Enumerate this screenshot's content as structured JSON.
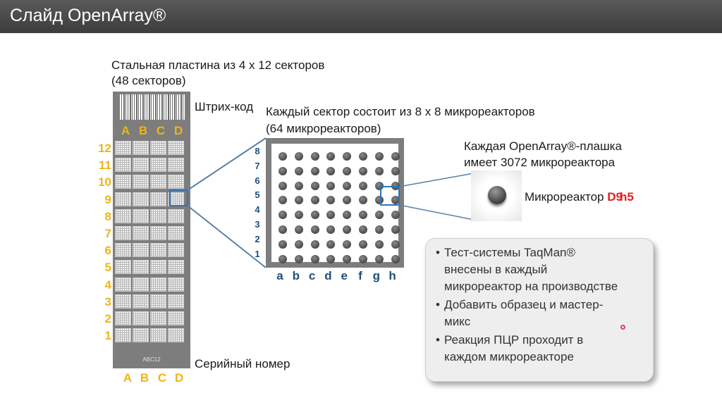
{
  "slide": {
    "title": "Слайд OpenArray®",
    "plate_caption_line1": "Стальная пластина из 4 x 12 секторов",
    "plate_caption_line2": "(48 секторов)",
    "barcode_label": "Штрих-код",
    "serial_label": "Серийный номер",
    "serial_number": "ABC12",
    "plate_columns": [
      "A",
      "B",
      "C",
      "D"
    ],
    "plate_rows": [
      "12",
      "11",
      "10",
      "9",
      "8",
      "7",
      "6",
      "5",
      "4",
      "3",
      "2",
      "1"
    ],
    "sector_caption_line1": "Каждый сектор состоит из 8 x 8 микрореакторов",
    "sector_caption_line2": "(64 микрореакторов)",
    "sector_rows": [
      "8",
      "7",
      "6",
      "5",
      "4",
      "3",
      "2",
      "1"
    ],
    "sector_columns": [
      "a",
      "b",
      "c",
      "d",
      "e",
      "f",
      "g",
      "h"
    ],
    "plate_caption2_line1": "Каждая OpenArray®-плашка",
    "plate_caption2_line2": "имеет 3072 микрореактора",
    "microreactor_label": "Микрореактор",
    "microreactor_id_part1": "D9",
    "microreactor_id_part2": "h5",
    "bullets": [
      "Тест-системы TaqMan® внесены в каждый микрореактор на производстве",
      "Добавить образец и мастер-микс",
      "Реакция ПЦР проходит в каждом микрореакторе"
    ]
  },
  "colors": {
    "title_bar": "#4a4a4a",
    "plate_labels": "#f0b419",
    "sector_labels": "#1f4e79",
    "highlight": "#2e75b6",
    "id_red": "#e02020"
  }
}
